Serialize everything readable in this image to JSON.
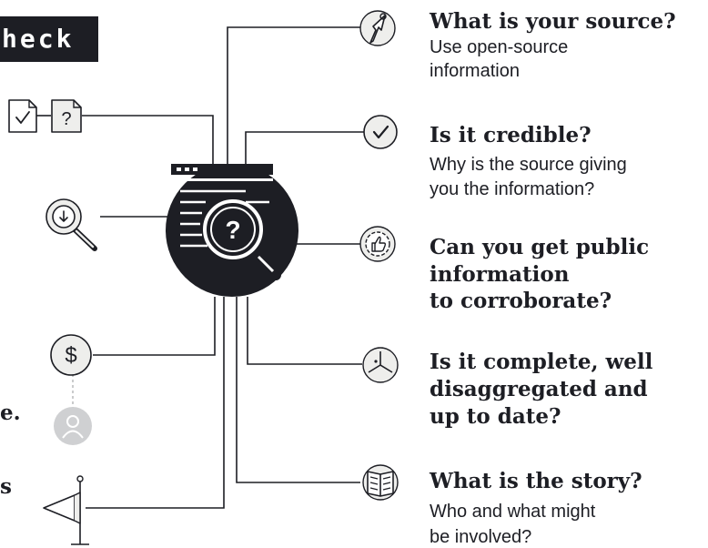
{
  "title": {
    "banner": "heck"
  },
  "steps": [
    {
      "question": "What is your source?",
      "detail": [
        "Use open-source",
        "information"
      ],
      "icon": "cursor-click-icon"
    },
    {
      "question": "Is it credible?",
      "detail": [
        "Why is the source giving",
        "you the information?"
      ],
      "icon": "checkmark-circle-icon"
    },
    {
      "question": [
        "Can you get public",
        "information",
        "to corroborate?"
      ],
      "icon": "thumbs-up-badge-icon"
    },
    {
      "question": [
        "Is it complete, well",
        "disaggregated and",
        "up to date?"
      ],
      "icon": "pie-chart-icon"
    },
    {
      "question": "What is the story?",
      "detail": [
        "Who and what might",
        "be involved?"
      ],
      "icon": "open-book-icon"
    }
  ],
  "left_fragments": [
    "e.",
    "s"
  ],
  "left_icons": [
    "document-check-icon",
    "document-question-icon",
    "download-magnifier-icon",
    "dollar-coin-icon",
    "person-avatar-icon",
    "megaphone-flag-icon"
  ],
  "center_icon": "magnifier-question-window-icon",
  "center_glyph": "?",
  "colors": {
    "ink": "#1d1e24",
    "circle_fill": "#eeeeec",
    "avatar": "#cfd0d2",
    "white": "#ffffff"
  }
}
